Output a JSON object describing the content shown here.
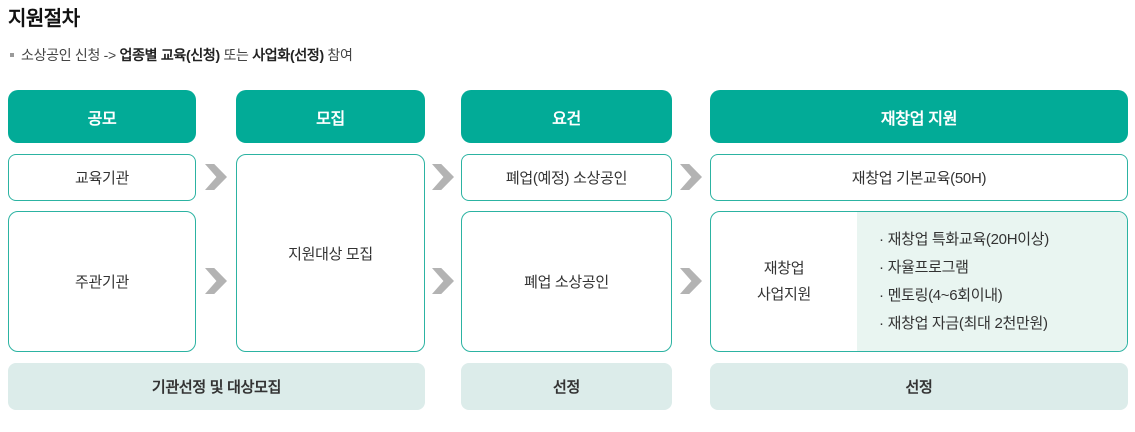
{
  "title": "지원절차",
  "subtitle": {
    "prefix": "소상공인 신청 -> ",
    "strong1": "업종별 교육(신청)",
    "mid": " 또는 ",
    "strong2": "사업화(선정)",
    "suffix": " 참여"
  },
  "colors": {
    "teal_header": "#02ab97",
    "box_border": "#2cb3a2",
    "mint_panel": "#e9f5f1",
    "footer_box": "#dcecea",
    "arrow_gray": "#b3b3b3"
  },
  "flow": {
    "headers": [
      "공모",
      "모집",
      "요건",
      "재창업 지원"
    ],
    "col1": {
      "box1": "교육기관",
      "box2": "주관기관"
    },
    "col2": {
      "box": "지원대상 모집"
    },
    "col3": {
      "box1": "폐업(예정) 소상공인",
      "box2": "폐업 소상공인"
    },
    "col4": {
      "box1": "재창업 기본교육(50H)",
      "box2_label_line1": "재창업",
      "box2_label_line2": "사업지원",
      "box2_items": [
        "· 재창업 특화교육(20H이상)",
        "· 자율프로그램",
        "· 멘토링(4~6회이내)",
        "· 재창업 자금(최대 2천만원)"
      ]
    },
    "footer": [
      "기관선정 및 대상모집",
      "선정",
      "선정"
    ]
  }
}
